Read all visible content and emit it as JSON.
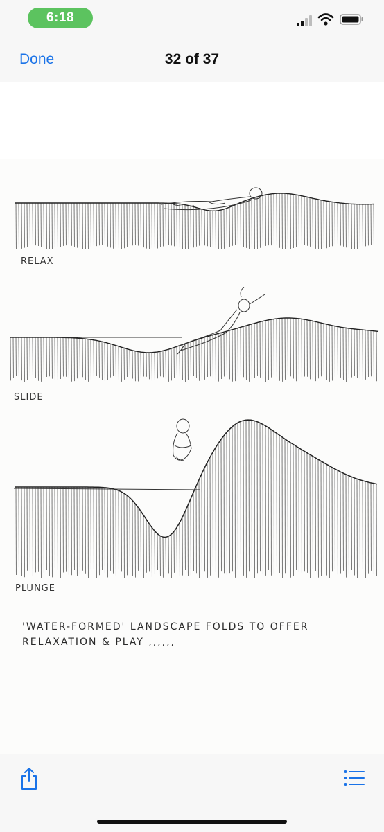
{
  "status_bar": {
    "time": "6:18",
    "time_pill_color": "#5cc35f",
    "icons": [
      "signal-icon",
      "wifi-icon",
      "battery-icon"
    ]
  },
  "nav_bar": {
    "done_label": "Done",
    "title": "32 of 37",
    "accent_color": "#1a73e8"
  },
  "sketch": {
    "labels": {
      "relax": "RELAX",
      "slide": "SLIDE",
      "plunge": "PLUNGE"
    },
    "note_line1": "'WATER-FORMED' LANDSCAPE FOLDS  TO OFFER",
    "note_line2": "RELAXATION & PLAY ,,,,,,"
  },
  "toolbar": {
    "icons": [
      "share-icon",
      "list-icon"
    ]
  }
}
